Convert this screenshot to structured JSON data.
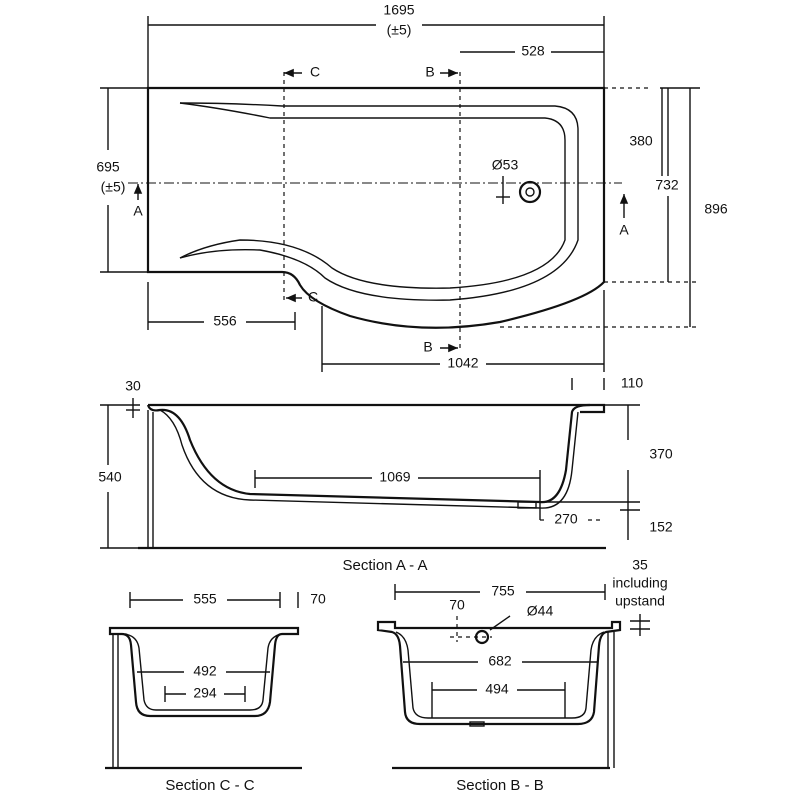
{
  "plan": {
    "overall_length": "1695",
    "overall_tol": "(±5)",
    "shower_length": "528",
    "width_label": "695",
    "width_tol": "(±5)",
    "waste_offset": "380",
    "width_shower": "732",
    "overall_width": "896",
    "waste_dia": "Ø53",
    "straight_length": "556",
    "curve_length": "1042",
    "section_a": "A",
    "section_b": "B",
    "section_c": "C"
  },
  "section_aa": {
    "title": "Section A - A",
    "rim": "30",
    "rim_end": "110",
    "height": "540",
    "depth": "370",
    "base_length": "1069",
    "waste_pos": "270",
    "base_height": "152"
  },
  "section_cc": {
    "title": "Section C - C",
    "top_width": "555",
    "rim": "70",
    "mid_width": "492",
    "base_width": "294"
  },
  "section_bb": {
    "title": "Section B - B",
    "top_width": "755",
    "upstand_value": "35",
    "upstand_line1": "including",
    "upstand_line2": "upstand",
    "overflow_offset": "70",
    "overflow_dia": "Ø44",
    "mid_width": "682",
    "base_width": "494"
  }
}
